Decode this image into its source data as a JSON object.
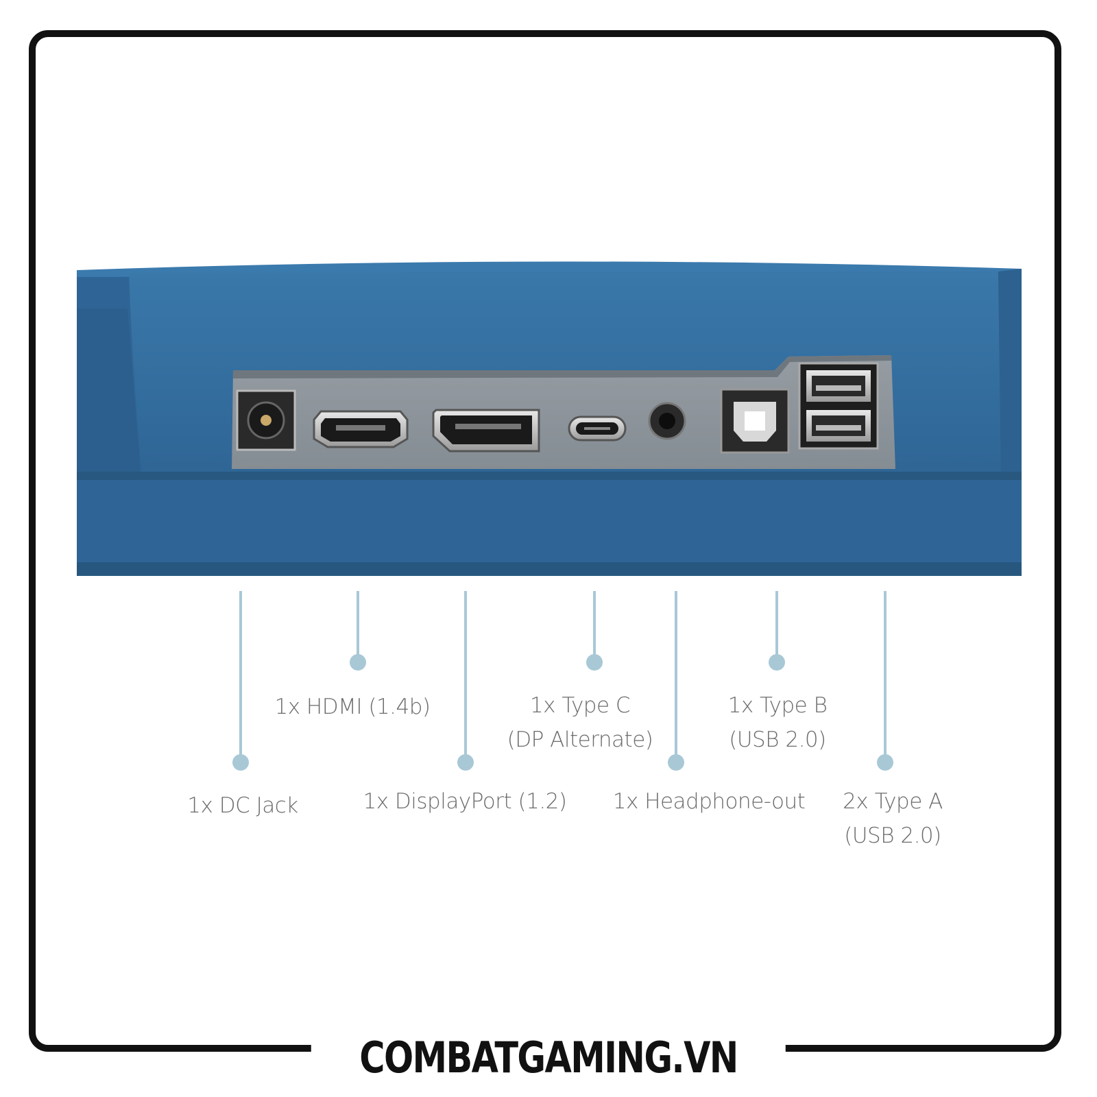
{
  "brand": {
    "text": "COMBATGAMING.VN"
  },
  "colors": {
    "panel_blue": "#2f6596",
    "port_plate": "#8a9298",
    "callout_line": "#a8c8d6",
    "label_text": "#6b6b6b",
    "frame": "#111111"
  },
  "ports": [
    {
      "id": "dc-jack",
      "line1": "1x DC Jack",
      "line2": ""
    },
    {
      "id": "hdmi",
      "line1": "1x HDMI (1.4b)",
      "line2": ""
    },
    {
      "id": "displayport",
      "line1": "1x DisplayPort (1.2)",
      "line2": ""
    },
    {
      "id": "type-c",
      "line1": "1x Type C",
      "line2": "(DP Alternate)"
    },
    {
      "id": "headphone",
      "line1": "1x Headphone-out",
      "line2": ""
    },
    {
      "id": "type-b",
      "line1": "1x Type B",
      "line2": "(USB 2.0)"
    },
    {
      "id": "type-a",
      "line1": "2x Type A",
      "line2": "(USB 2.0)"
    }
  ]
}
